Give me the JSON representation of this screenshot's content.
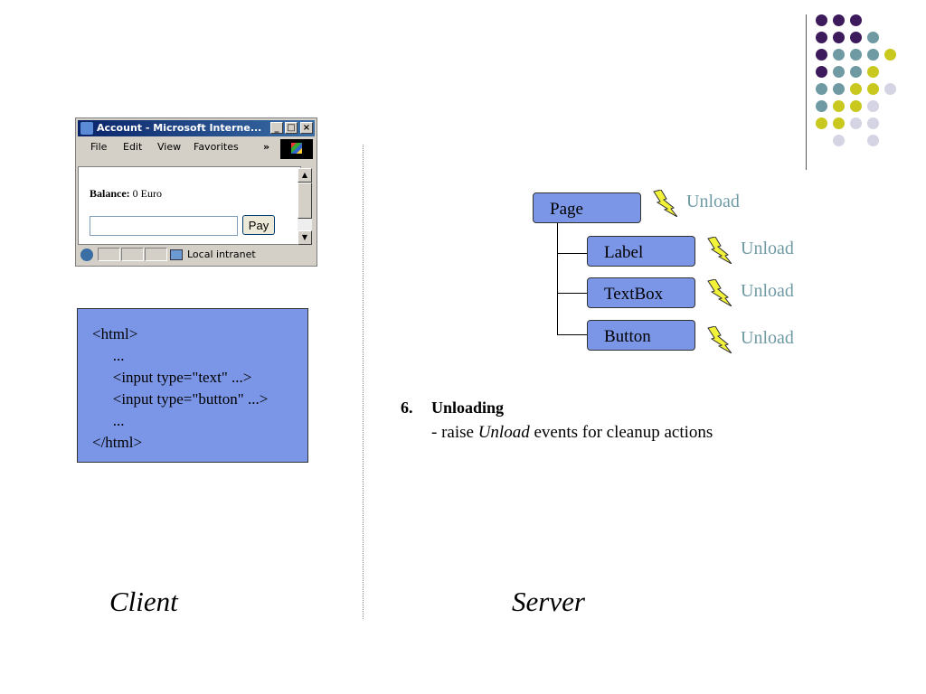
{
  "palette": {
    "purple": "#3d1a5c",
    "teal": "#6f9aa3",
    "yellow": "#c8c81e",
    "lavender": "#d4d4e4",
    "node_fill": "#7b96e6"
  },
  "dots": [
    [
      "purple",
      "purple",
      "purple",
      null,
      null
    ],
    [
      "purple",
      "purple",
      "purple",
      "teal",
      null
    ],
    [
      "purple",
      "teal",
      "teal",
      "teal",
      "yellow"
    ],
    [
      "purple",
      "teal",
      "teal",
      "yellow",
      null
    ],
    [
      "teal",
      "teal",
      "yellow",
      "yellow",
      "lavender"
    ],
    [
      "teal",
      "yellow",
      "yellow",
      "lavender",
      null
    ],
    [
      "yellow",
      "yellow",
      "lavender",
      "lavender",
      null
    ],
    [
      null,
      "lavender",
      null,
      "lavender",
      null
    ]
  ],
  "browser": {
    "title": "Account - Microsoft Interne...",
    "menu": [
      "File",
      "Edit",
      "View",
      "Favorites"
    ],
    "menu_overflow": "»",
    "balance_label": "Balance:",
    "balance_value": "0 Euro",
    "pay_input_value": "",
    "pay_button": "Pay",
    "status_zone": "Local intranet"
  },
  "code": {
    "lines": [
      "<html>",
      "   ...",
      "   <input type=\"text\" ...>",
      "   <input type=\"button\" ...>",
      "   ...",
      "</html>"
    ]
  },
  "tree": {
    "root": "Page",
    "children": [
      "Label",
      "TextBox",
      "Button"
    ],
    "event_label": "Unload"
  },
  "list": {
    "number": "6.",
    "title": "Unloading",
    "desc_prefix": "-  raise ",
    "desc_em": "Unload",
    "desc_suffix": " events for cleanup actions"
  },
  "labels": {
    "client": "Client",
    "server": "Server"
  }
}
